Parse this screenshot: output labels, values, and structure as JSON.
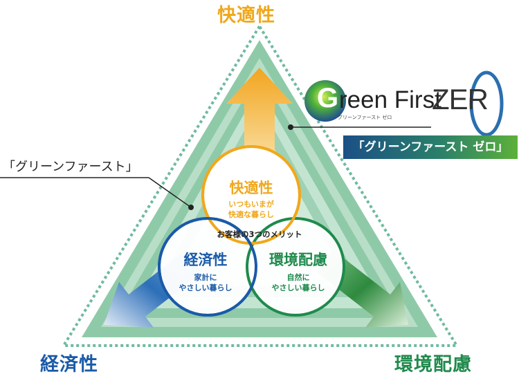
{
  "corners": {
    "comfort": "快適性",
    "economy": "経済性",
    "environment": "環境配慮"
  },
  "circles": {
    "comfort": {
      "title": "快適性",
      "sub": "いつもいまが\n快適な暮らし"
    },
    "economy": {
      "title": "経済性",
      "sub": "家計に\nやさしい暮らし"
    },
    "environment": {
      "title": "環境配慮",
      "sub": "自然に\nやさしい暮らし"
    }
  },
  "center_label": "お客様の3つのメリット",
  "callouts": {
    "green_first": "「グリーンファースト」"
  },
  "logo": {
    "main_rest": "reen First",
    "g_letter": "G",
    "zero": "ZER",
    "subtitle": "グリーンファースト ゼロ",
    "badge": "「グリーンファースト ゼロ」"
  },
  "colors": {
    "comfort": "#f0a81c",
    "economy": "#1a5aa8",
    "environment": "#1f8a4c",
    "triangle_outer": "#84c4a3",
    "triangle_inner": "#a7d6c0"
  }
}
